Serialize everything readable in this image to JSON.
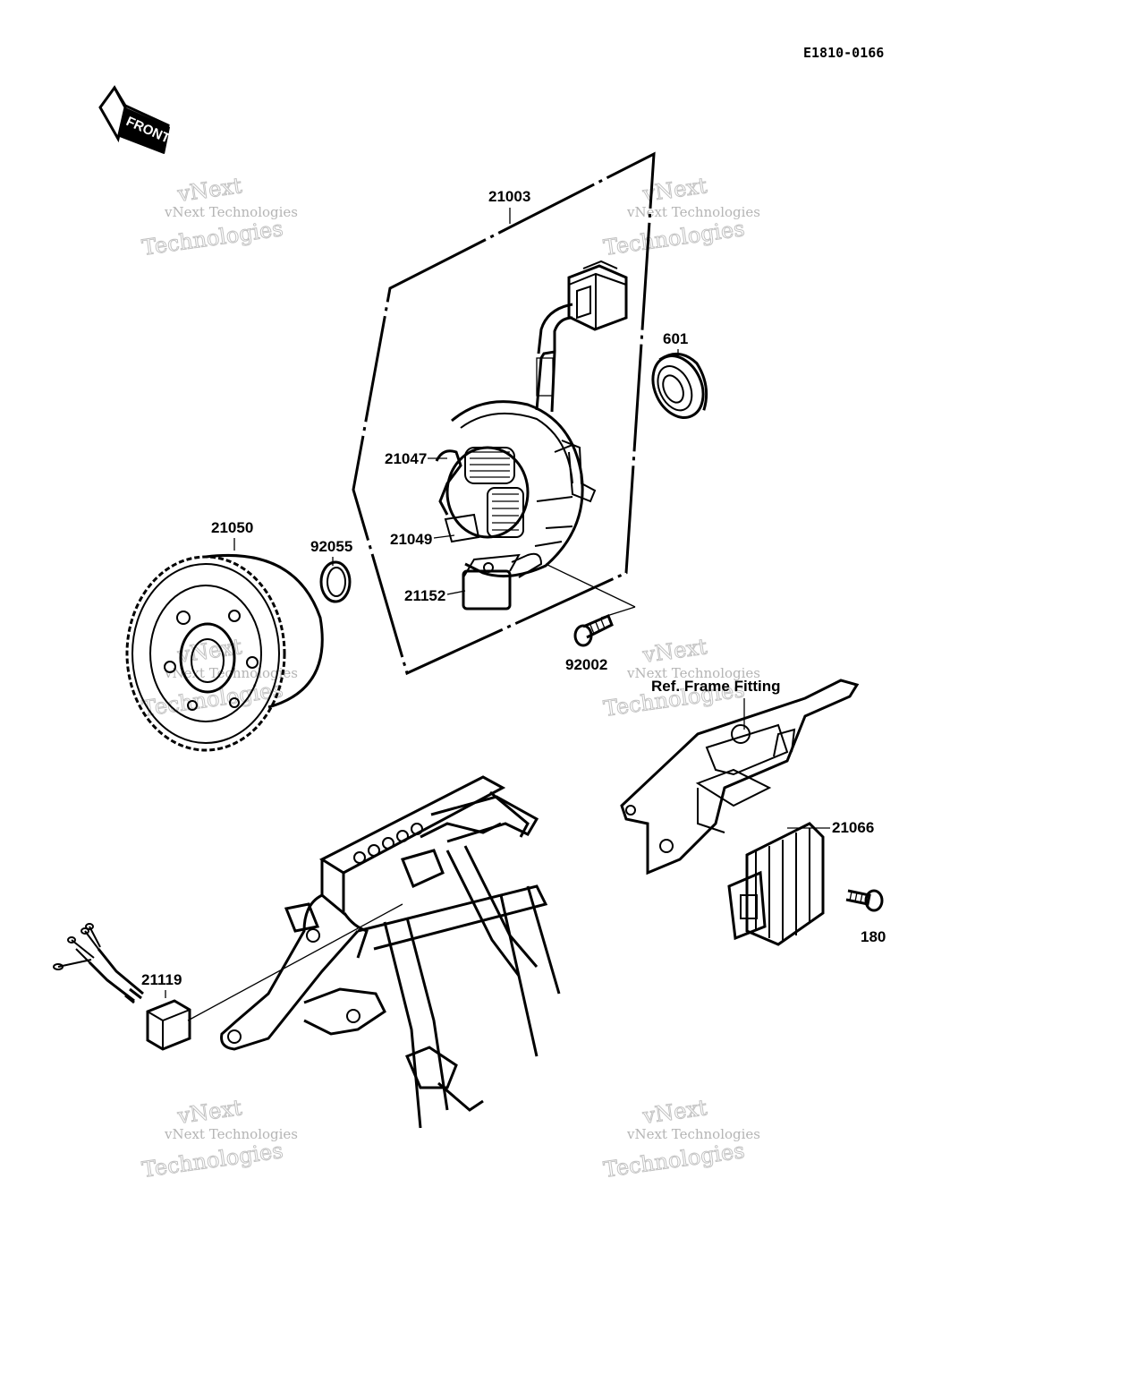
{
  "diagram_code": "E1810-0166",
  "front_arrow_label": "FRONT",
  "ref_label": "Ref. Frame Fitting",
  "parts": {
    "p21003": "21003",
    "p21047": "21047",
    "p21049": "21049",
    "p21152": "21152",
    "p21050": "21050",
    "p92055": "92055",
    "p601": "601",
    "p92002": "92002",
    "p21066": "21066",
    "p180": "180",
    "p21119": "21119"
  },
  "watermark": {
    "line1": "vNext Technologies",
    "big1": "vNext",
    "big2": "Technologies"
  }
}
